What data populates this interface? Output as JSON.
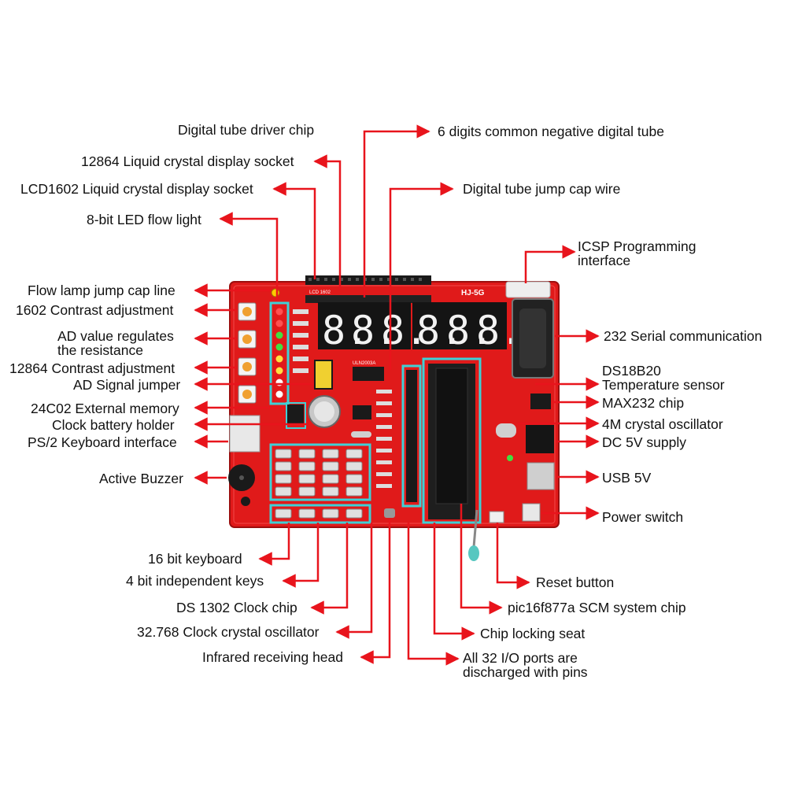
{
  "board": {
    "model": "HJ-5G",
    "lcd_silk": "LCD 1602",
    "chip_silk": "ULN2003A",
    "digit_glyph": "8."
  },
  "labels": {
    "digital_tube_driver_chip": "Digital tube driver chip",
    "six_digit_tube": "6 digits common negative digital tube",
    "lcd12864_socket": "12864 Liquid crystal display socket",
    "lcd1602_socket": "LCD1602 Liquid crystal display socket",
    "digital_tube_jump_cap": "Digital tube jump cap wire",
    "led_flow_light": "8-bit LED flow light",
    "icsp_interface": "ICSP Programming\ninterface",
    "flow_lamp_jump_cap": "Flow lamp jump cap line",
    "contrast_1602": "1602 Contrast adjustment",
    "ad_value_resistance": "AD value regulates\nthe resistance",
    "serial_232": "232 Serial communication",
    "contrast_12864": "12864 Contrast adjustment",
    "ds18b20": "DS18B20\nTemperature sensor",
    "ad_signal_jumper": "AD Signal jumper",
    "max232": "MAX232 chip",
    "eeprom_24c02": "24C02 External memory",
    "crystal_4m": "4M crystal oscillator",
    "clock_battery": "Clock battery holder",
    "dc_5v": "DC 5V supply",
    "ps2_keyboard": "PS/2 Keyboard interface",
    "usb_5v": "USB 5V",
    "active_buzzer": "Active Buzzer",
    "power_switch": "Power switch",
    "keyboard_16bit": "16 bit keyboard",
    "independent_keys": "4 bit independent keys",
    "reset_button": "Reset button",
    "ds1302": "DS 1302 Clock chip",
    "mcu_chip": "pic16f877a SCM system chip",
    "crystal_32768": "32.768 Clock crystal oscillator",
    "locking_seat": "Chip locking seat",
    "ir_receiver": "Infrared receiving head",
    "io_ports": "All 32 I/O ports are\ndischarged with pins"
  },
  "colors": {
    "arrow": "#e8141c",
    "board": "#e01a1a",
    "highlight": "#3fd0d6",
    "text": "#111111"
  }
}
